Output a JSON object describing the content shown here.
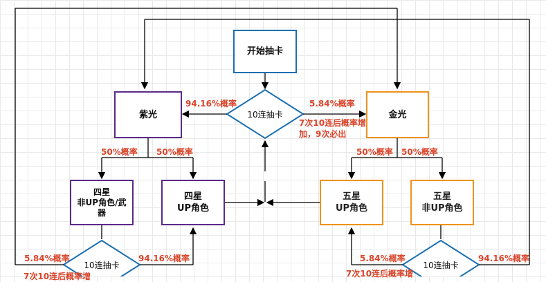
{
  "nodes": {
    "start": "开始抽卡",
    "purple": "紫光",
    "gold": "金光",
    "ten_pull_top": "10连抽卡",
    "four_star_off": "四星\n非UP角色/武\n器",
    "four_star_up": "四星\nUP角色",
    "five_star_up": "五星\nUP角色",
    "five_star_off": "五星\n非UP角色",
    "ten_pull_left": "10连抽卡",
    "ten_pull_right": "10连抽卡"
  },
  "labels": {
    "purple_rate": "94.16%概率",
    "gold_rate": "5.84%概率",
    "gold_note": "7次10连后概率增\n加，9次必出",
    "left_split_a": "50%概率",
    "left_split_b": "50%概率",
    "right_split_a": "50%概率",
    "right_split_b": "50%概率",
    "bl_left": "5.84%概率",
    "bl_right": "94.16%概率",
    "br_left": "5.84%概率",
    "br_note": "7次10连后概率增",
    "br_right": "94.16%概率",
    "bl_note": "7次10连后概率增"
  },
  "colors": {
    "blue": "#1a6fb0",
    "purple": "#5b2a8a",
    "gold": "#f0921c",
    "label_red": "#d9452b"
  }
}
